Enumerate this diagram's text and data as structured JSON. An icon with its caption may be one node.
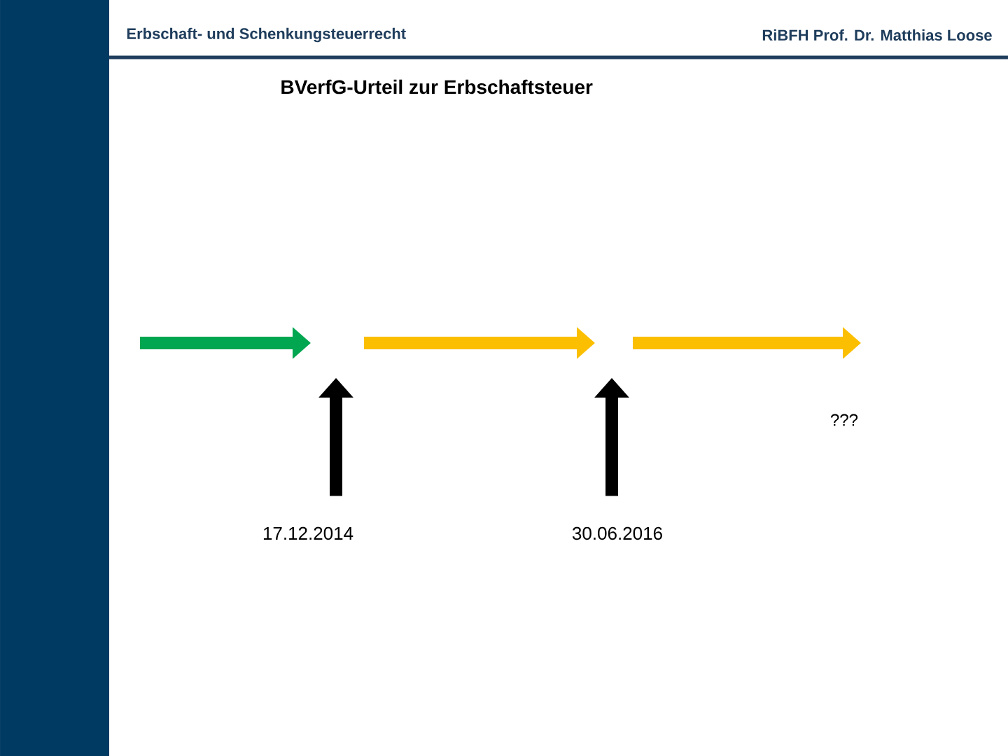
{
  "diagram": {
    "title": "BVerfG-Urteil zur Erbschaftsteuer",
    "nodes": [
      {
        "text": [
          "17.12.2014"
        ]
      },
      {
        "text": [
          "30.06.2016"
        ]
      }
    ],
    "edges": [
      {
        "from": 0,
        "to": null,
        "arrow": "to"
      },
      {
        "from": 1,
        "to": null,
        "arrow": "to"
      }
    ],
    "labels": [
      "Erbschaft- und Schenkungsteuerrecht",
      "RiBFH Prof. Dr. Matthias Loose",
      "???"
    ]
  }
}
